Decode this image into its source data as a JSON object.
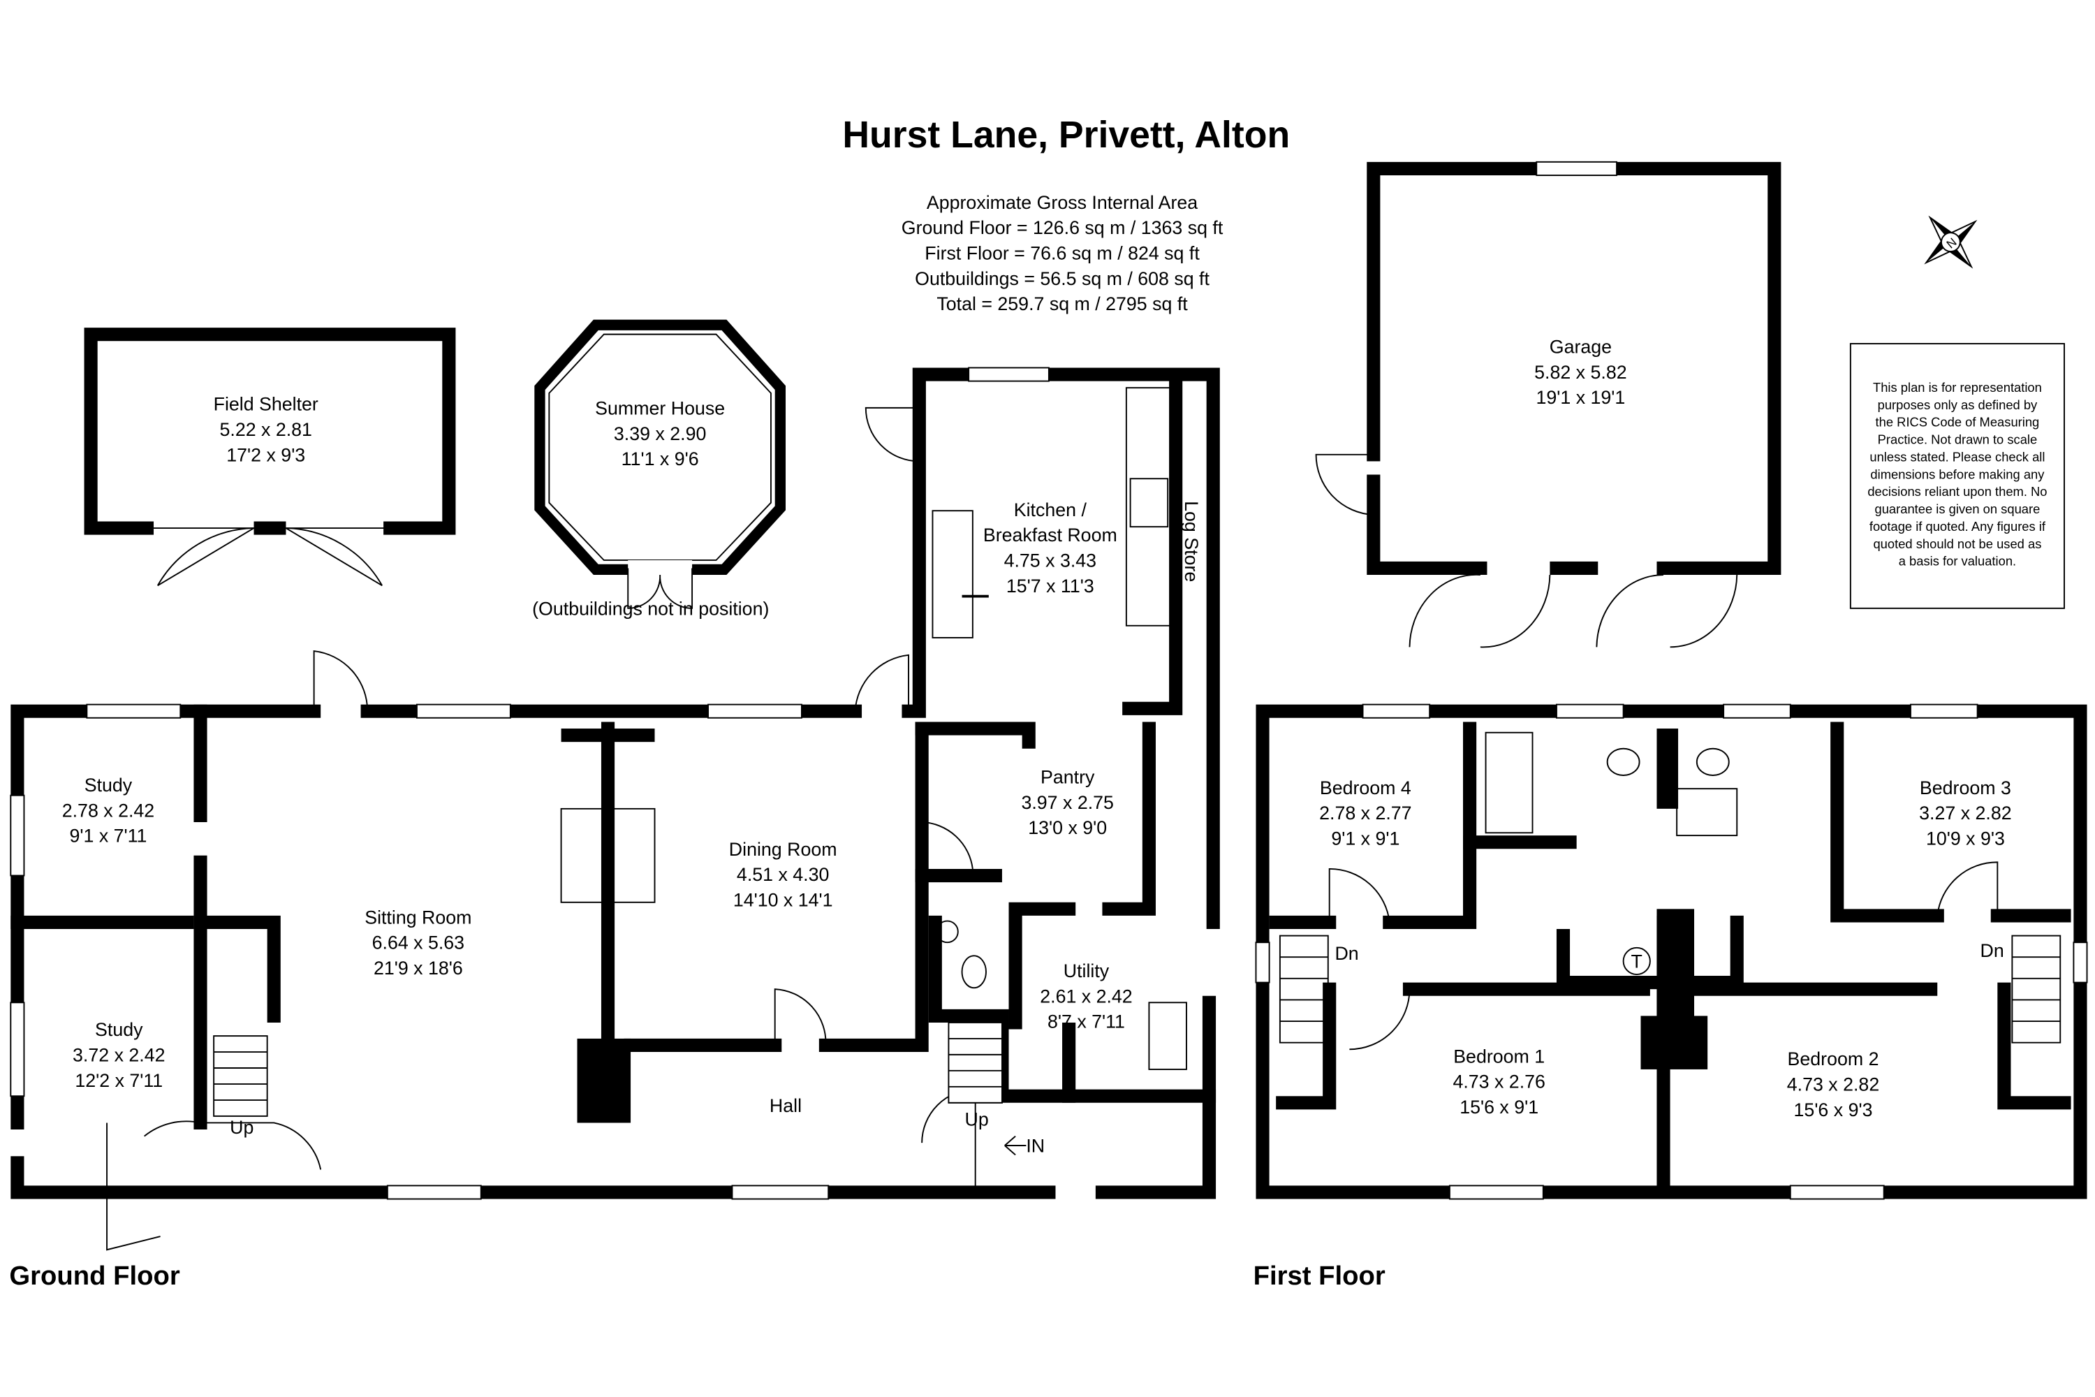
{
  "title": "Hurst Lane, Privett, Alton",
  "area": {
    "heading": "Approximate Gross Internal Area",
    "ground": "Ground Floor = 126.6 sq m / 1363 sq ft",
    "first": "First Floor = 76.6 sq m / 824 sq ft",
    "outbuildings": "Outbuildings = 56.5 sq m / 608 sq ft",
    "total": "Total = 259.7 sq m / 2795 sq ft"
  },
  "disclaimer": [
    "This plan is for representation",
    "purposes only as defined by",
    "the RICS Code of Measuring",
    "Practice. Not drawn to scale",
    "unless stated. Please check all",
    "dimensions before making any",
    "decisions reliant upon them. No",
    "guarantee is given on square",
    "footage if quoted. Any figures if",
    "quoted should not be used as",
    "a basis for valuation."
  ],
  "compass_label": "N",
  "outbuildings_note": "(Outbuildings not in position)",
  "floors": {
    "ground": "Ground Floor",
    "first": "First Floor"
  },
  "rooms": {
    "field_shelter": {
      "name": "Field Shelter",
      "metric": "5.22 x 2.81",
      "imperial": "17'2 x 9'3"
    },
    "summer_house": {
      "name": "Summer House",
      "metric": "3.39 x 2.90",
      "imperial": "11'1 x 9'6"
    },
    "garage": {
      "name": "Garage",
      "metric": "5.82 x 5.82",
      "imperial": "19'1 x 19'1"
    },
    "kitchen": {
      "name": "Kitchen /",
      "name2": "Breakfast Room",
      "metric": "4.75 x 3.43",
      "imperial": "15'7 x 11'3"
    },
    "log_store": {
      "name": "Log Store"
    },
    "study1": {
      "name": "Study",
      "metric": "2.78 x 2.42",
      "imperial": "9'1 x 7'11"
    },
    "study2": {
      "name": "Study",
      "metric": "3.72 x 2.42",
      "imperial": "12'2 x 7'11"
    },
    "sitting": {
      "name": "Sitting Room",
      "metric": "6.64 x 5.63",
      "imperial": "21'9 x 18'6"
    },
    "dining": {
      "name": "Dining Room",
      "metric": "4.51 x 4.30",
      "imperial": "14'10 x 14'1"
    },
    "pantry": {
      "name": "Pantry",
      "metric": "3.97 x 2.75",
      "imperial": "13'0 x 9'0"
    },
    "utility": {
      "name": "Utility",
      "metric": "2.61 x 2.42",
      "imperial": "8'7 x 7'11"
    },
    "hall": {
      "name": "Hall"
    },
    "bedroom4": {
      "name": "Bedroom 4",
      "metric": "2.78 x 2.77",
      "imperial": "9'1 x 9'1"
    },
    "bedroom3": {
      "name": "Bedroom 3",
      "metric": "3.27 x 2.82",
      "imperial": "10'9 x 9'3"
    },
    "bedroom1": {
      "name": "Bedroom 1",
      "metric": "4.73 x 2.76",
      "imperial": "15'6 x 9'1"
    },
    "bedroom2": {
      "name": "Bedroom 2",
      "metric": "4.73 x 2.82",
      "imperial": "15'6 x 9'3"
    }
  },
  "labels": {
    "up": "Up",
    "in": "IN",
    "dn": "Dn",
    "tank": "T"
  }
}
